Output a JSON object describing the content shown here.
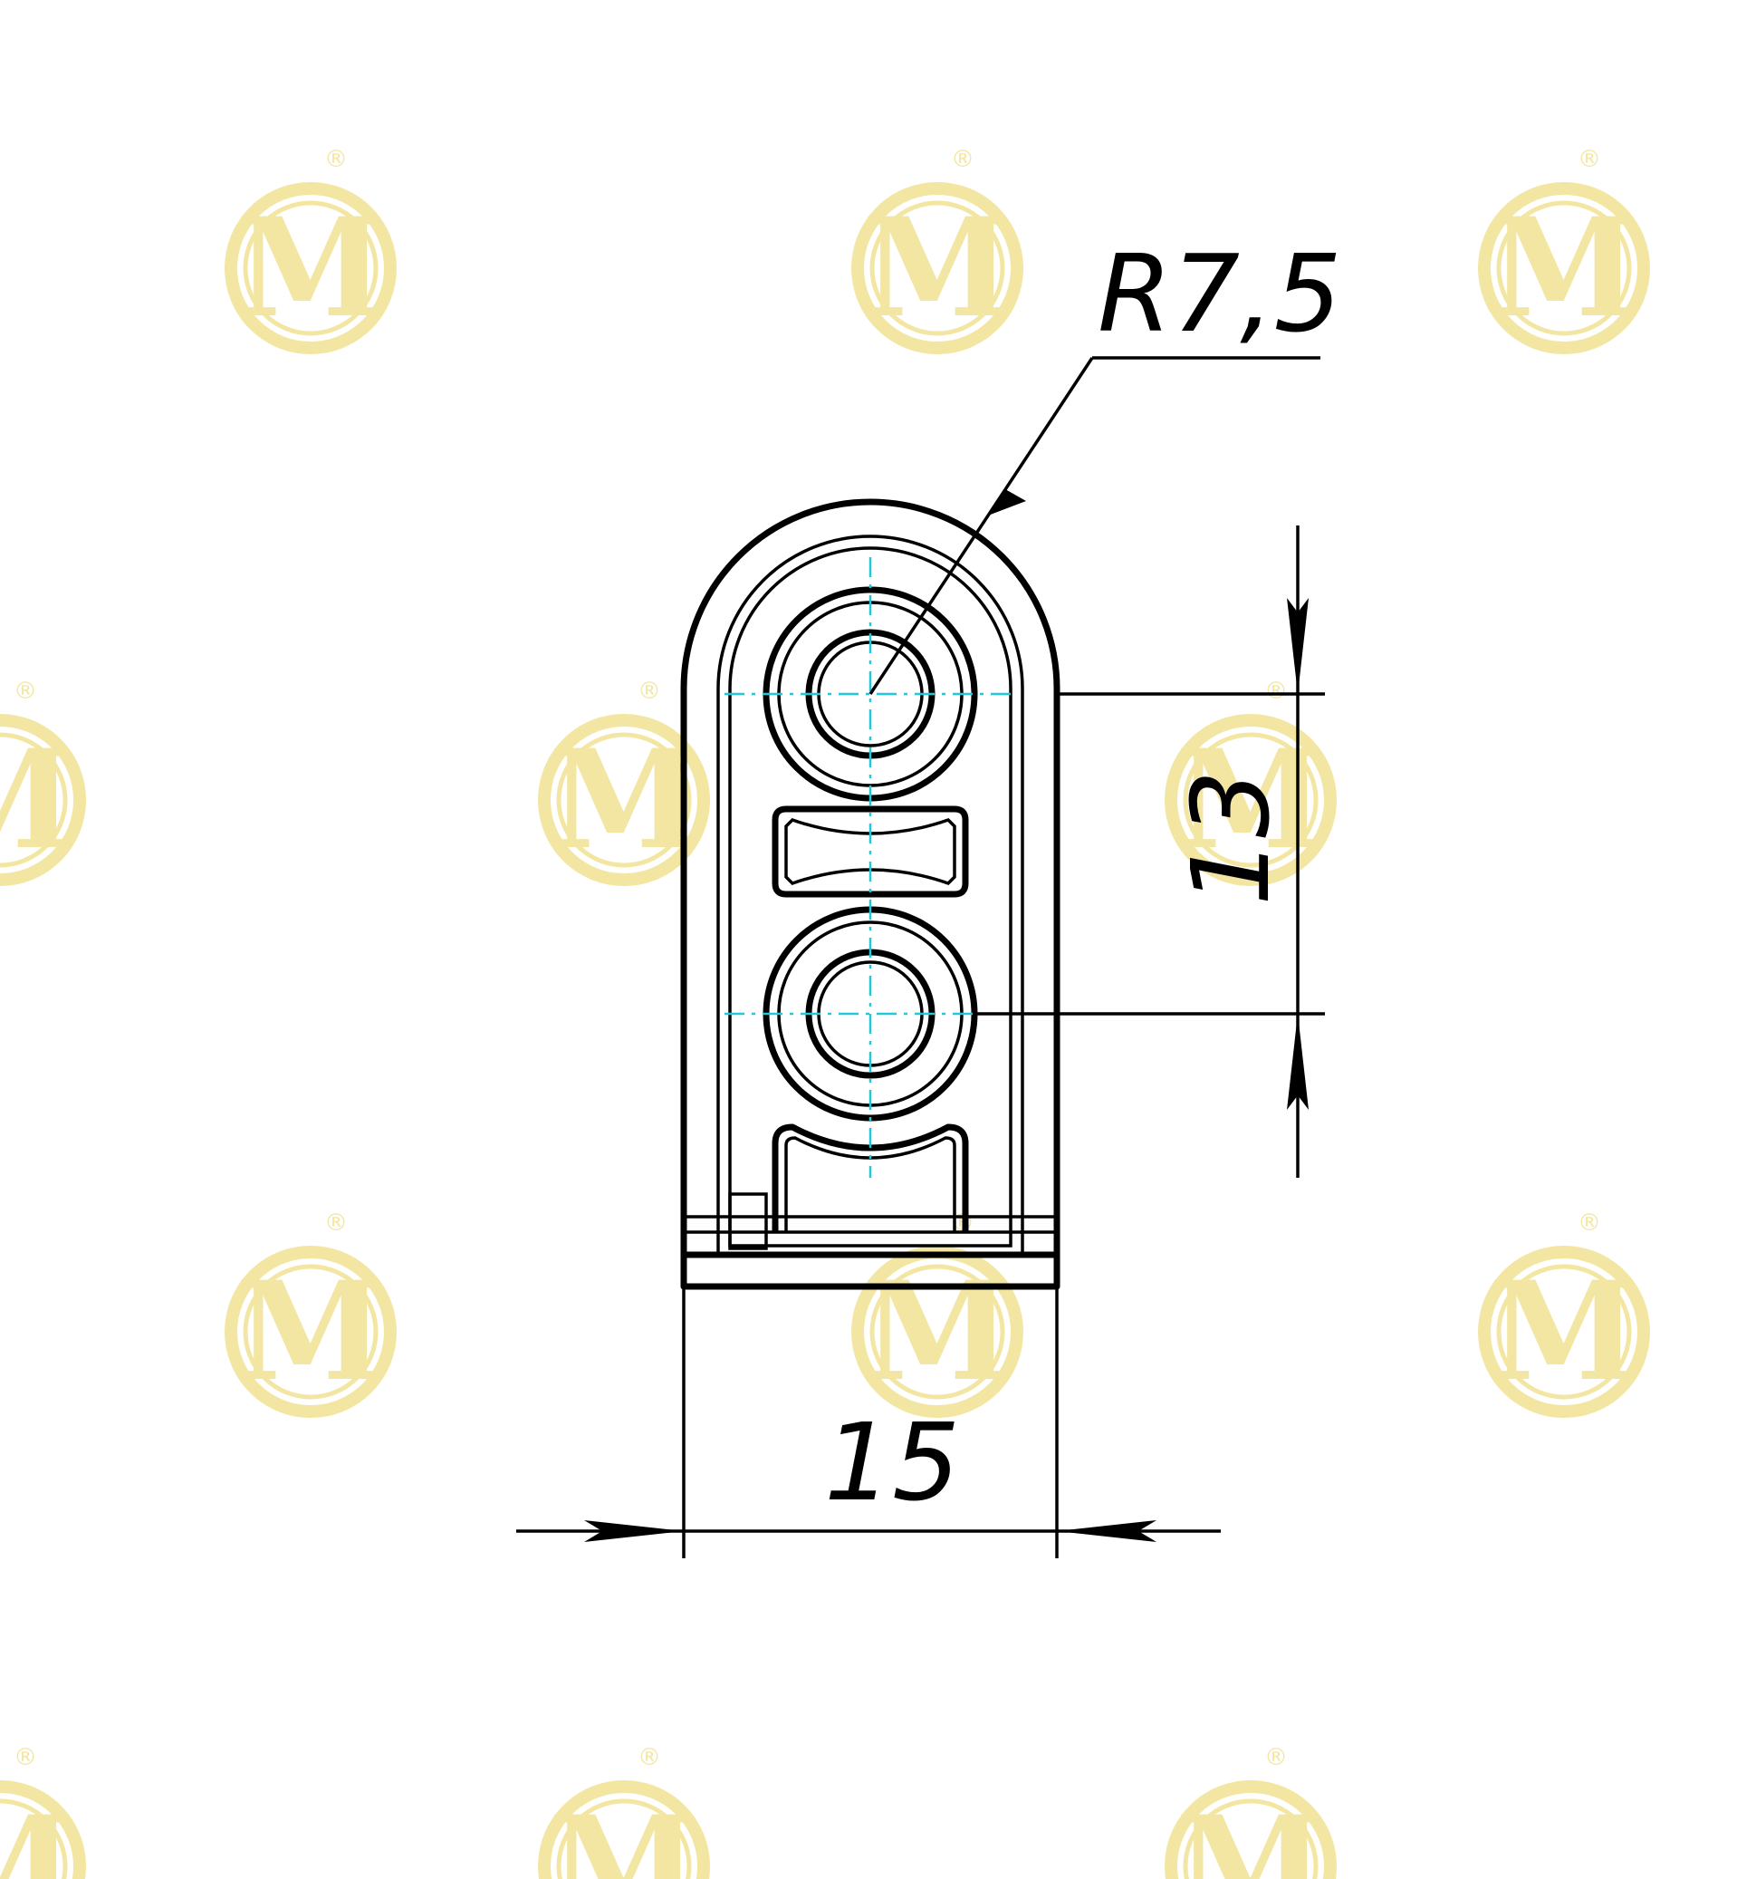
{
  "drawing": {
    "dimensions": {
      "radius_label": "R7,5",
      "height_label": "13",
      "width_label": "15"
    },
    "watermark": {
      "letter": "M",
      "registered_mark": "®",
      "color": "#f3e6a2"
    },
    "colors": {
      "outline": "#000000",
      "center_line": "#22c8d8",
      "background": "#ffffff"
    }
  }
}
